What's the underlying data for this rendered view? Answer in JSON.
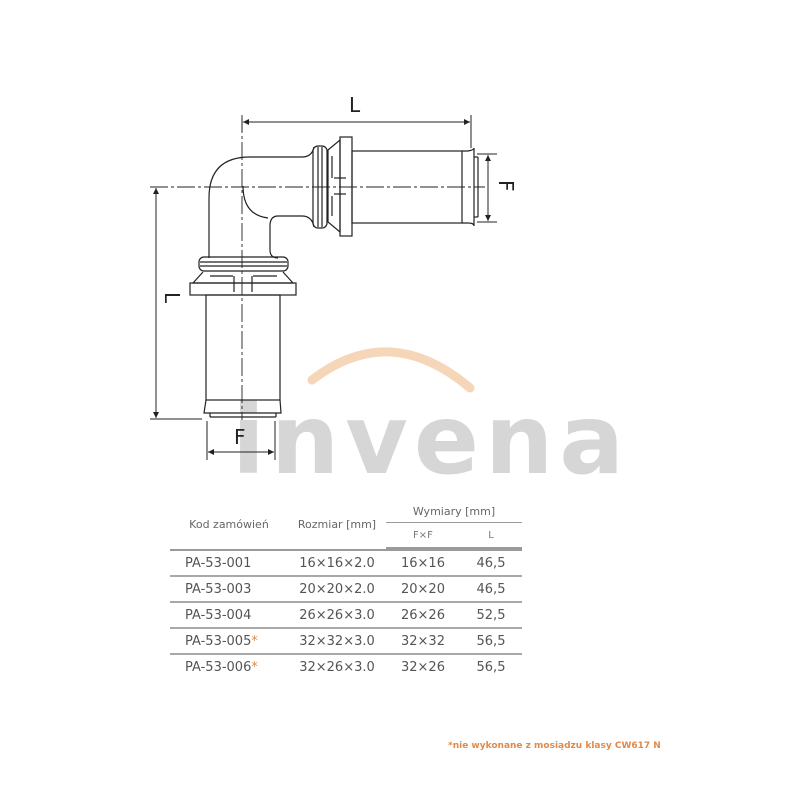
{
  "watermark": {
    "brand": "invena",
    "text_color": "#d6d6d6",
    "arc_color": "#f5d2b0"
  },
  "drawing": {
    "dimension_top_label": "L",
    "dimension_right_label": "F",
    "dimension_left_label": "L",
    "dimension_bottom_label": "F"
  },
  "table": {
    "headers": {
      "code": "Kod zamówień",
      "size": "Rozmiar [mm]",
      "dimensions_group": "Wymiary [mm]",
      "fxf": "F×F",
      "l": "L"
    },
    "rows": [
      {
        "code": "PA-53-001",
        "star": "",
        "size": "16×16×2.0",
        "fxf": "16×16",
        "l": "46,5"
      },
      {
        "code": "PA-53-003",
        "star": "",
        "size": "20×20×2.0",
        "fxf": "20×20",
        "l": "46,5"
      },
      {
        "code": "PA-53-004",
        "star": "",
        "size": "26×26×3.0",
        "fxf": "26×26",
        "l": "52,5"
      },
      {
        "code": "PA-53-005",
        "star": "*",
        "size": "32×32×3.0",
        "fxf": "32×32",
        "l": "56,5"
      },
      {
        "code": "PA-53-006",
        "star": "*",
        "size": "32×26×3.0",
        "fxf": "32×26",
        "l": "56,5"
      }
    ]
  },
  "footnote": "*nie wykonane z mosiądzu klasy CW617 N",
  "colors": {
    "accent": "#e08a4a",
    "line": "#222222",
    "rule": "#9a9a9a"
  }
}
